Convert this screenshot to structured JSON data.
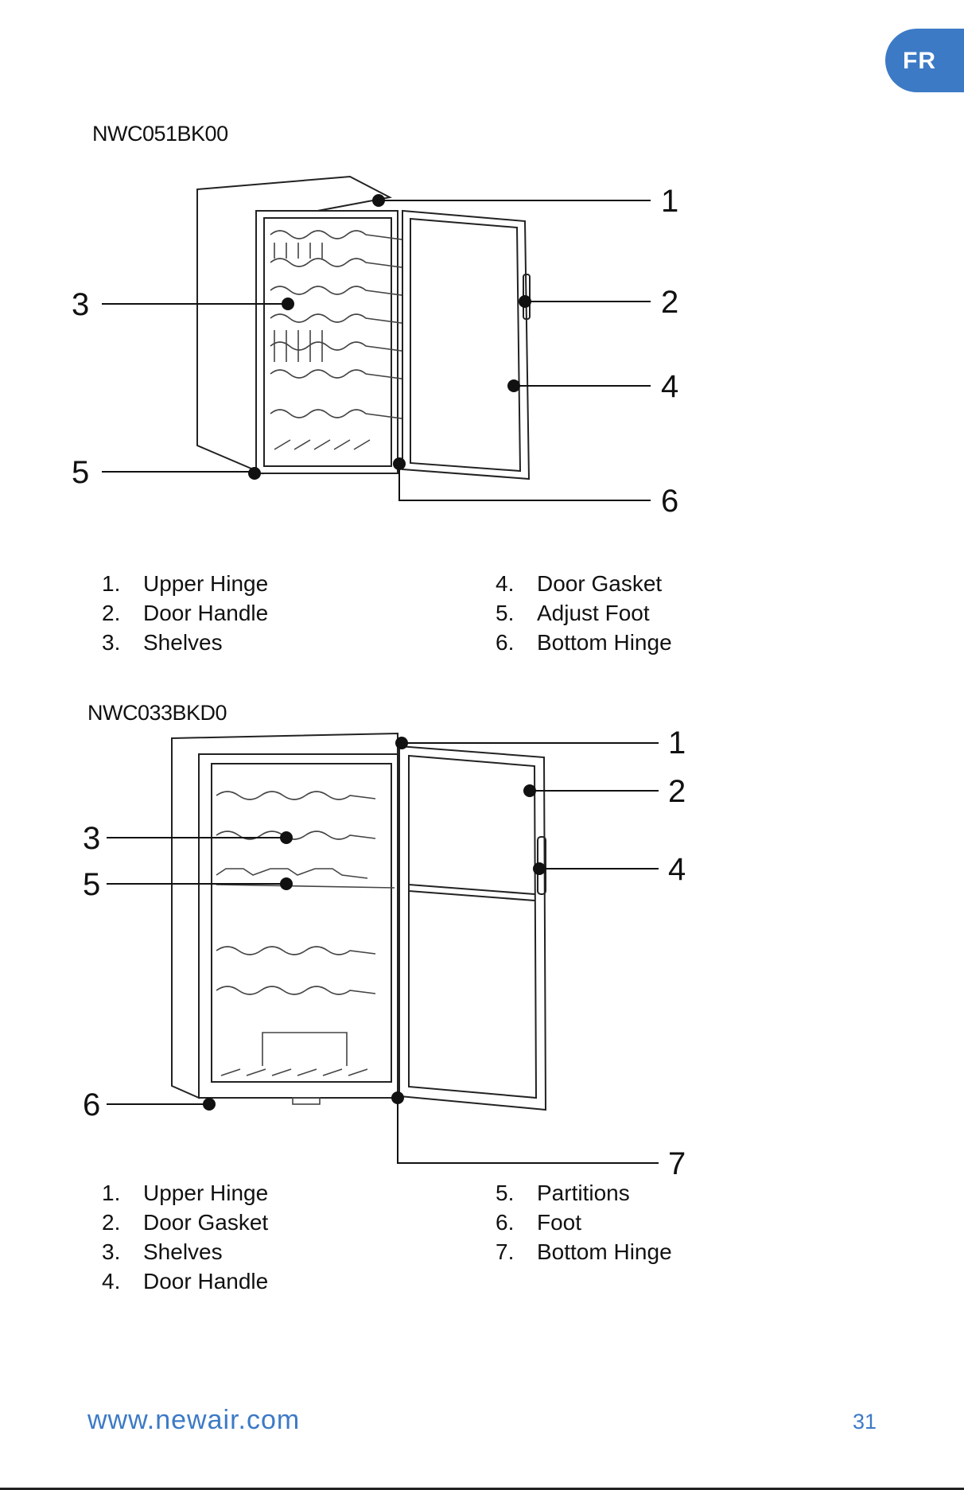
{
  "page": {
    "language_tab": "FR",
    "footer_url": "www.newair.com",
    "page_number": "31"
  },
  "model1": {
    "name": "NWC051BK00",
    "callouts": [
      "1",
      "2",
      "3",
      "4",
      "5",
      "6"
    ],
    "legend": [
      {
        "num": "1.",
        "label": "Upper Hinge"
      },
      {
        "num": "2.",
        "label": "Door Handle"
      },
      {
        "num": "3.",
        "label": "Shelves"
      },
      {
        "num": "4.",
        "label": "Door Gasket"
      },
      {
        "num": "5.",
        "label": "Adjust Foot"
      },
      {
        "num": "6.",
        "label": "Bottom Hinge"
      }
    ]
  },
  "model2": {
    "name": "NWC033BKD0",
    "callouts": [
      "1",
      "2",
      "3",
      "4",
      "5",
      "6",
      "7"
    ],
    "legend": [
      {
        "num": "1.",
        "label": "Upper Hinge"
      },
      {
        "num": "2.",
        "label": "Door Gasket"
      },
      {
        "num": "3.",
        "label": "Shelves"
      },
      {
        "num": "4.",
        "label": "Door Handle"
      },
      {
        "num": "5.",
        "label": "Partitions"
      },
      {
        "num": "6.",
        "label": "Foot"
      },
      {
        "num": "7.",
        "label": "Bottom Hinge"
      }
    ]
  }
}
